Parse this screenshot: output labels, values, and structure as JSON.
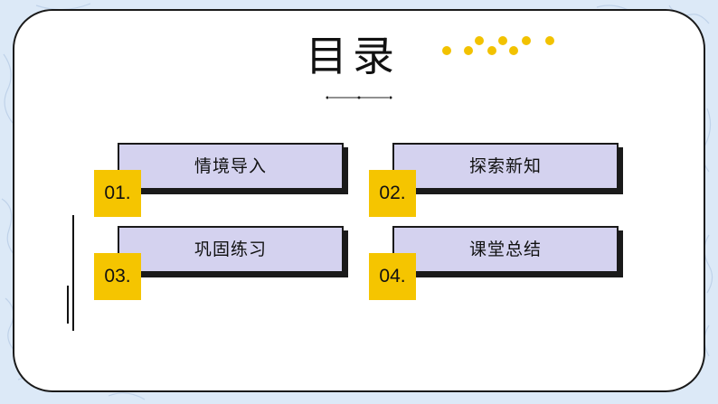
{
  "slide": {
    "title": "目录",
    "accent_color": "#f5c500",
    "box_color": "#d4d2ef",
    "background_color": "#dce9f7"
  },
  "toc": {
    "items": [
      {
        "number": "01.",
        "label": "情境导入"
      },
      {
        "number": "02.",
        "label": "探索新知"
      },
      {
        "number": "03.",
        "label": "巩固练习"
      },
      {
        "number": "04.",
        "label": "课堂总结"
      }
    ]
  }
}
